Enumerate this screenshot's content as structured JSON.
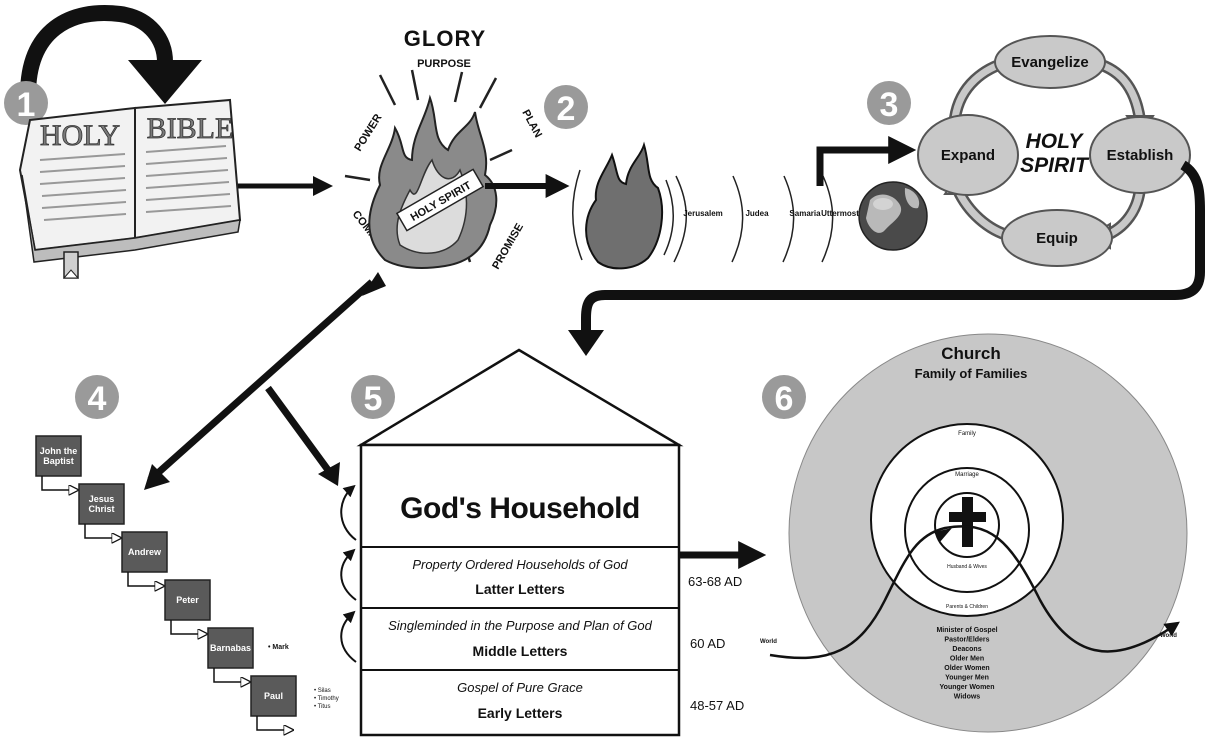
{
  "steps": {
    "n1": "1",
    "n2": "2",
    "n3": "3",
    "n4": "4",
    "n5": "5",
    "n6": "6"
  },
  "bible": {
    "word1": "HOLY",
    "word2": "BIBLE"
  },
  "fire": {
    "glory": "GLORY",
    "purpose": "PURPOSE",
    "plan": "PLAN",
    "power": "POWER",
    "command": "COMMAND",
    "promise": "PROMISE",
    "spirit": "HOLY SPIRIT"
  },
  "witness": {
    "places": [
      "Jerusalem",
      "Judea",
      "Samaria",
      "Uttermost"
    ]
  },
  "cycle": {
    "center_line1": "HOLY",
    "center_line2": "SPIRIT",
    "evangelize": "Evangelize",
    "establish": "Establish",
    "equip": "Equip",
    "expand": "Expand"
  },
  "chain": {
    "items": [
      "John the\nBaptist",
      "Jesus\nChrist",
      "Andrew",
      "Peter",
      "Barnabas",
      "Paul"
    ],
    "barnabas_note": "• Mark",
    "paul_notes": [
      "• Silas",
      "• Timothy",
      "• Titus"
    ]
  },
  "house": {
    "title": "God's Household",
    "floors": [
      {
        "italic": "Property Ordered Households of God",
        "bold": "Latter Letters",
        "date": "63-68 AD"
      },
      {
        "italic": "Singleminded in the Purpose and Plan of God",
        "bold": "Middle Letters",
        "date": "60 AD"
      },
      {
        "italic": "Gospel of Pure Grace",
        "bold": "Early Letters",
        "date": "48-57 AD"
      }
    ]
  },
  "church": {
    "title": "Church",
    "subtitle": "Family of Families",
    "family": "Family",
    "marriage": "Marriage",
    "husband_wives": "Husband & Wives",
    "parents_children": "Parents & Children",
    "world_left": "World",
    "world_right": "World",
    "roles": [
      "Minister of Gospel",
      "Pastor/Elders",
      "Deacons",
      "Older Men",
      "Older Women",
      "Younger Men",
      "Younger Women",
      "Widows"
    ]
  }
}
